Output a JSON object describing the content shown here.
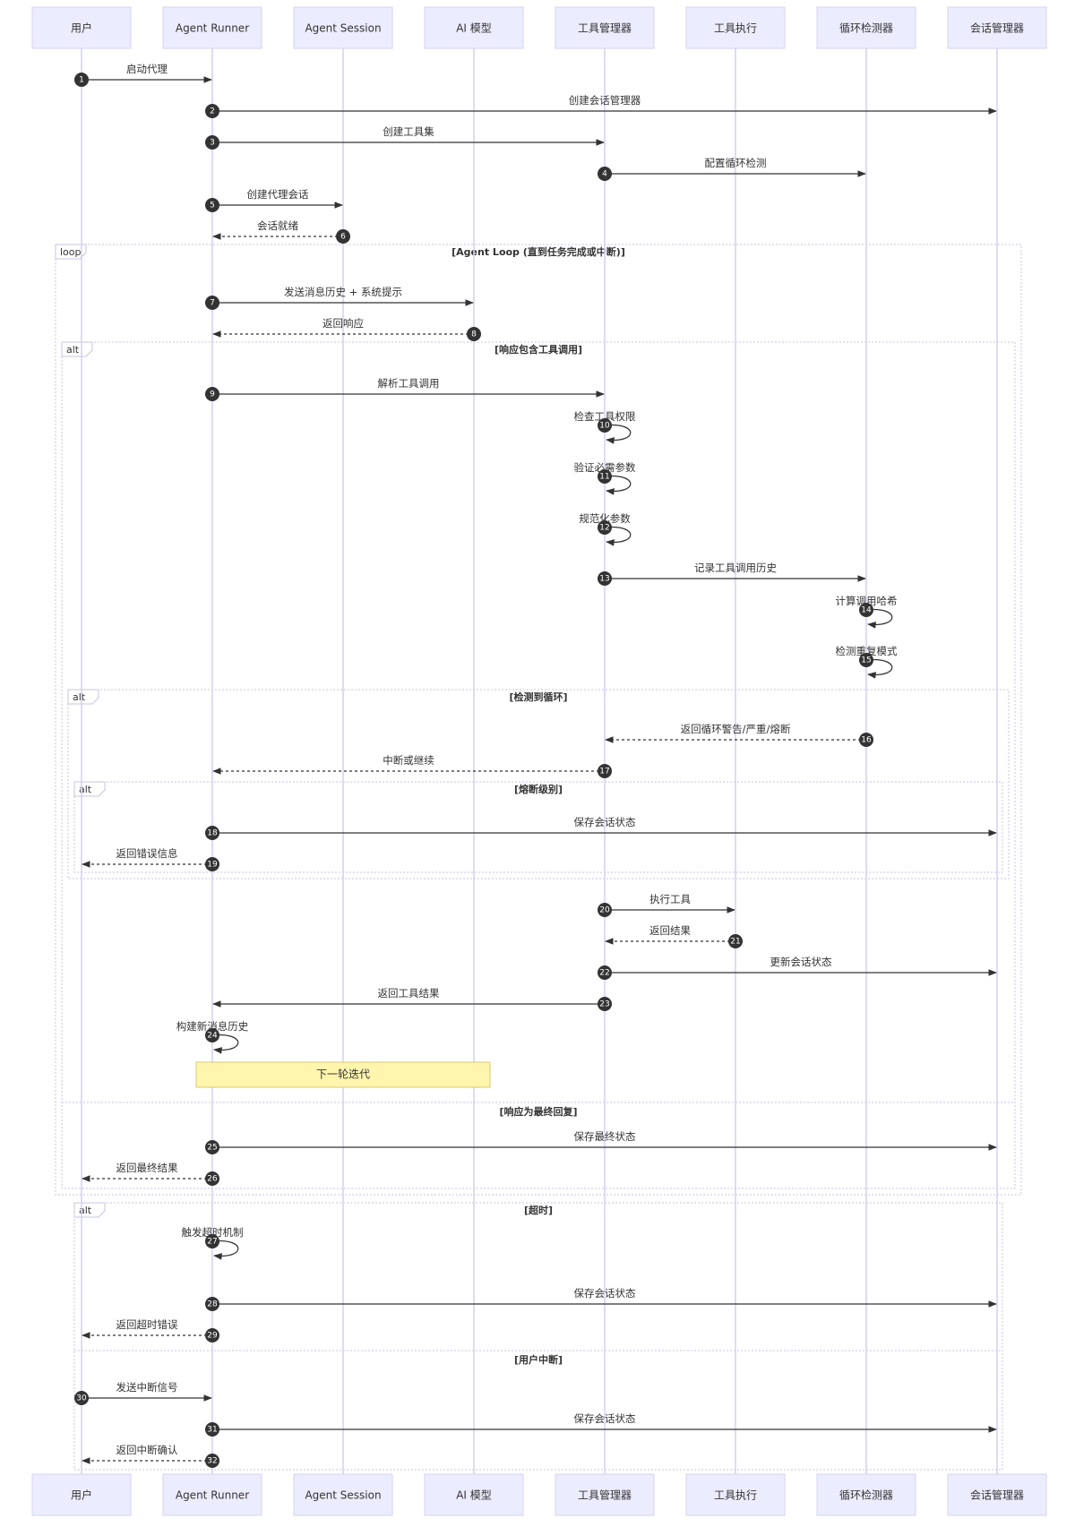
{
  "participants": [
    {
      "id": "user",
      "label": "用户"
    },
    {
      "id": "runner",
      "label": "Agent Runner"
    },
    {
      "id": "session",
      "label": "Agent Session"
    },
    {
      "id": "model",
      "label": "AI 模型"
    },
    {
      "id": "toolmgr",
      "label": "工具管理器"
    },
    {
      "id": "toolexec",
      "label": "工具执行"
    },
    {
      "id": "loopdet",
      "label": "循环检测器"
    },
    {
      "id": "sessmgr",
      "label": "会话管理器"
    }
  ],
  "messages": [
    {
      "n": "1",
      "from": "user",
      "to": "runner",
      "text": "启动代理",
      "dashed": false
    },
    {
      "n": "2",
      "from": "runner",
      "to": "sessmgr",
      "text": "创建会话管理器",
      "dashed": false
    },
    {
      "n": "3",
      "from": "runner",
      "to": "toolmgr",
      "text": "创建工具集",
      "dashed": false
    },
    {
      "n": "4",
      "from": "toolmgr",
      "to": "loopdet",
      "text": "配置循环检测",
      "dashed": false
    },
    {
      "n": "5",
      "from": "runner",
      "to": "session",
      "text": "创建代理会话",
      "dashed": false
    },
    {
      "n": "6",
      "from": "session",
      "to": "runner",
      "text": "会话就绪",
      "dashed": true
    },
    {
      "n": "7",
      "from": "runner",
      "to": "model",
      "text": "发送消息历史 + 系统提示",
      "dashed": false
    },
    {
      "n": "8",
      "from": "model",
      "to": "runner",
      "text": "返回响应",
      "dashed": true
    },
    {
      "n": "9",
      "from": "runner",
      "to": "toolmgr",
      "text": "解析工具调用",
      "dashed": false
    },
    {
      "n": "10",
      "from": "toolmgr",
      "to": "toolmgr",
      "text": "检查工具权限",
      "dashed": false
    },
    {
      "n": "11",
      "from": "toolmgr",
      "to": "toolmgr",
      "text": "验证必需参数",
      "dashed": false
    },
    {
      "n": "12",
      "from": "toolmgr",
      "to": "toolmgr",
      "text": "规范化参数",
      "dashed": false
    },
    {
      "n": "13",
      "from": "toolmgr",
      "to": "loopdet",
      "text": "记录工具调用历史",
      "dashed": false
    },
    {
      "n": "14",
      "from": "loopdet",
      "to": "loopdet",
      "text": "计算调用哈希",
      "dashed": false
    },
    {
      "n": "15",
      "from": "loopdet",
      "to": "loopdet",
      "text": "检测重复模式",
      "dashed": false
    },
    {
      "n": "16",
      "from": "loopdet",
      "to": "toolmgr",
      "text": "返回循环警告/严重/熔断",
      "dashed": true
    },
    {
      "n": "17",
      "from": "toolmgr",
      "to": "runner",
      "text": "中断或继续",
      "dashed": true
    },
    {
      "n": "18",
      "from": "runner",
      "to": "sessmgr",
      "text": "保存会话状态",
      "dashed": false
    },
    {
      "n": "19",
      "from": "runner",
      "to": "user",
      "text": "返回错误信息",
      "dashed": true
    },
    {
      "n": "20",
      "from": "toolmgr",
      "to": "toolexec",
      "text": "执行工具",
      "dashed": false
    },
    {
      "n": "21",
      "from": "toolexec",
      "to": "toolmgr",
      "text": "返回结果",
      "dashed": true
    },
    {
      "n": "22",
      "from": "toolmgr",
      "to": "sessmgr",
      "text": "更新会话状态",
      "dashed": false
    },
    {
      "n": "23",
      "from": "toolmgr",
      "to": "runner",
      "text": "返回工具结果",
      "dashed": false
    },
    {
      "n": "24",
      "from": "runner",
      "to": "runner",
      "text": "构建新消息历史",
      "dashed": false
    },
    {
      "n": "25",
      "from": "runner",
      "to": "sessmgr",
      "text": "保存最终状态",
      "dashed": false
    },
    {
      "n": "26",
      "from": "runner",
      "to": "user",
      "text": "返回最终结果",
      "dashed": true
    },
    {
      "n": "27",
      "from": "runner",
      "to": "runner",
      "text": "触发超时机制",
      "dashed": false
    },
    {
      "n": "28",
      "from": "runner",
      "to": "sessmgr",
      "text": "保存会话状态",
      "dashed": false
    },
    {
      "n": "29",
      "from": "runner",
      "to": "user",
      "text": "返回超时错误",
      "dashed": true
    },
    {
      "n": "30",
      "from": "user",
      "to": "runner",
      "text": "发送中断信号",
      "dashed": false
    },
    {
      "n": "31",
      "from": "runner",
      "to": "sessmgr",
      "text": "保存会话状态",
      "dashed": false
    },
    {
      "n": "32",
      "from": "runner",
      "to": "user",
      "text": "返回中断确认",
      "dashed": true
    }
  ],
  "fragments": [
    {
      "kind": "loop",
      "condition": "[Agent Loop (直到任务完成或中断)]"
    },
    {
      "kind": "alt",
      "condition": "[响应包含工具调用]",
      "else_condition": "[响应为最终回复]"
    },
    {
      "kind": "alt",
      "condition": "[检测到循环]"
    },
    {
      "kind": "alt",
      "condition": "[熔断级别]"
    },
    {
      "kind": "alt",
      "condition": "[超时]",
      "else_condition": "[用户中断]"
    }
  ],
  "note": {
    "text": "下一轮迭代"
  }
}
